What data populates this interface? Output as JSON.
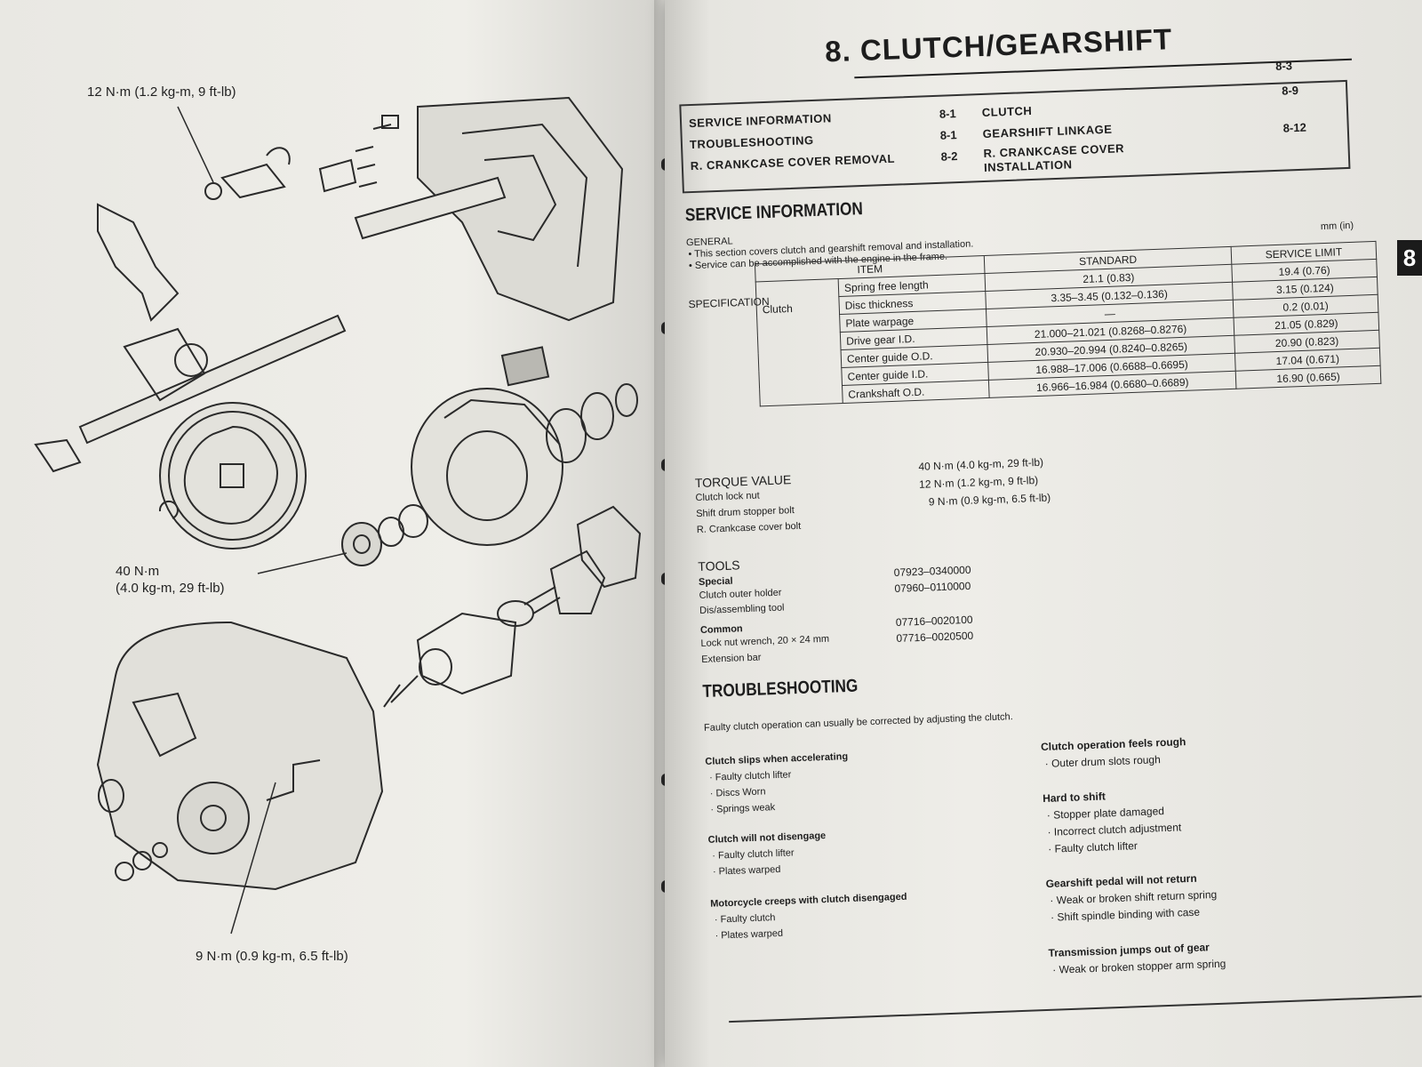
{
  "left": {
    "torque_12": "12 N·m (1.2 kg-m, 9 ft-lb)",
    "torque_40_a": "40 N·m",
    "torque_40_b": "(4.0 kg-m, 29 ft-lb)",
    "torque_9": "9 N·m (0.9 kg-m, 6.5 ft-lb)"
  },
  "right": {
    "chapter_title": "8. CLUTCH/GEARSHIFT",
    "toc": [
      {
        "label": "SERVICE INFORMATION",
        "page": "8-1"
      },
      {
        "label": "TROUBLESHOOTING",
        "page": "8-1"
      },
      {
        "label": "R. CRANKCASE COVER REMOVAL",
        "page": "8-2"
      },
      {
        "label": "CLUTCH",
        "page": "8-3"
      },
      {
        "label": "GEARSHIFT LINKAGE",
        "page": "8-9"
      },
      {
        "label": "R. CRANKCASE COVER",
        "page": "8-12"
      },
      {
        "label": "INSTALLATION",
        "page": ""
      }
    ],
    "tab": "8",
    "service_info": {
      "heading": "SERVICE INFORMATION",
      "general": "GENERAL",
      "bullet1": "• This section covers clutch and gearshift removal and installation.",
      "bullet2": "• Service can be accomplished with the engine in the frame.",
      "unit": "mm (in)",
      "specification": "SPECIFICATION"
    },
    "spec_table": {
      "col_item": "ITEM",
      "col_standard": "STANDARD",
      "col_limit": "SERVICE LIMIT",
      "group": "Clutch",
      "rows": [
        {
          "item": "Spring free length",
          "standard": "21.1 (0.83)",
          "limit": "19.4 (0.76)"
        },
        {
          "item": "Disc thickness",
          "standard": "3.35–3.45 (0.132–0.136)",
          "limit": "3.15 (0.124)"
        },
        {
          "item": "Plate warpage",
          "standard": "—",
          "limit": "0.2 (0.01)"
        },
        {
          "item": "Drive gear I.D.",
          "standard": "21.000–21.021 (0.8268–0.8276)",
          "limit": "21.05 (0.829)"
        },
        {
          "item": "Center guide O.D.",
          "standard": "20.930–20.994 (0.8240–0.8265)",
          "limit": "20.90 (0.823)"
        },
        {
          "item": "Center guide I.D.",
          "standard": "16.988–17.006 (0.6688–0.6695)",
          "limit": "17.04 (0.671)"
        },
        {
          "item": "Crankshaft O.D.",
          "standard": "16.966–16.984 (0.6680–0.6689)",
          "limit": "16.90 (0.665)"
        }
      ]
    },
    "torque": {
      "heading": "TORQUE VALUE",
      "items": [
        {
          "name": "Clutch lock nut",
          "value": "40 N·m (4.0 kg-m, 29 ft-lb)"
        },
        {
          "name": "Shift drum stopper bolt",
          "value": "12 N·m (1.2 kg-m, 9 ft-lb)"
        },
        {
          "name": "R. Crankcase cover bolt",
          "value": "9 N·m (0.9 kg-m, 6.5 ft-lb)"
        }
      ]
    },
    "tools": {
      "heading": "TOOLS",
      "special": "Special",
      "common": "Common",
      "items": [
        {
          "name": "Clutch outer holder",
          "code": "07923–0340000"
        },
        {
          "name": "Dis/assembling tool",
          "code": "07960–0110000"
        },
        {
          "name": "Lock nut wrench, 20 × 24 mm",
          "code": "07716–0020100"
        },
        {
          "name": "Extension bar",
          "code": "07716–0020500"
        }
      ]
    },
    "troubleshooting": {
      "heading": "TROUBLESHOOTING",
      "intro": "Faulty clutch operation can usually be corrected by adjusting the clutch.",
      "left_groups": [
        {
          "title": "Clutch slips when accelerating",
          "items": [
            "· Faulty clutch lifter",
            "· Discs Worn",
            "· Springs weak"
          ]
        },
        {
          "title": "Clutch will not disengage",
          "items": [
            "· Faulty clutch lifter",
            "· Plates warped"
          ]
        },
        {
          "title": "Motorcycle creeps with clutch disengaged",
          "items": [
            "· Faulty clutch",
            "· Plates warped"
          ]
        }
      ],
      "right_groups": [
        {
          "title": "Clutch operation feels rough",
          "items": [
            "· Outer drum slots rough"
          ]
        },
        {
          "title": "Hard to shift",
          "items": [
            "· Stopper plate damaged",
            "· Incorrect clutch adjustment",
            "· Faulty clutch lifter"
          ]
        },
        {
          "title": "Gearshift pedal will not return",
          "items": [
            "· Weak or broken shift return spring",
            "· Shift spindle binding with case"
          ]
        },
        {
          "title": "Transmission jumps out of gear",
          "items": [
            "· Weak or broken stopper arm spring"
          ]
        }
      ]
    }
  }
}
